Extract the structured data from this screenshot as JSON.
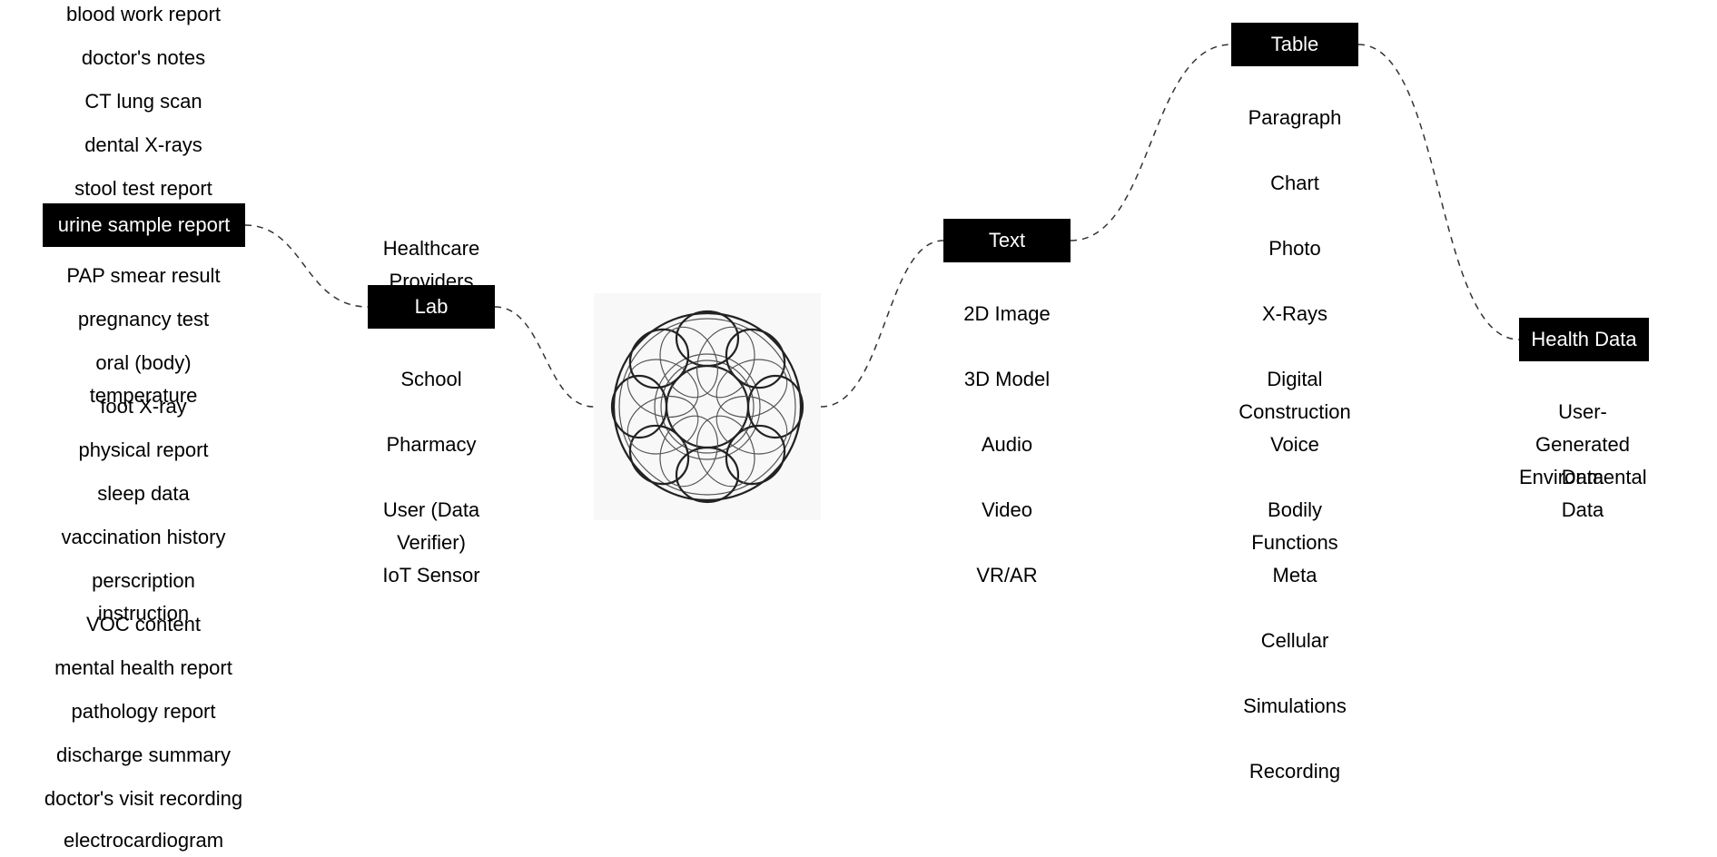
{
  "columns": [
    {
      "id": "records",
      "selected": "urine sample report",
      "items": [
        "blood work report",
        "doctor's notes",
        "CT lung scan",
        "dental X-rays",
        "stool test report",
        "urine sample report",
        "PAP smear result",
        "pregnancy test",
        "oral (body) temperature",
        "foot X-ray",
        "physical report",
        "sleep data",
        "vaccination history",
        "perscription instruction",
        "VOC content",
        "mental health report",
        "pathology report",
        "discharge summary",
        "doctor's visit recording",
        "electrocardiogram"
      ]
    },
    {
      "id": "sources",
      "selected": "Lab",
      "items": [
        "Healthcare Providers",
        "Lab",
        "School",
        "Pharmacy",
        "User (Data Verifier)",
        "IoT Sensor"
      ]
    },
    {
      "id": "formats",
      "selected": "Text",
      "items": [
        "Text",
        "2D Image",
        "3D Model",
        "Audio",
        "Video",
        "VR/AR"
      ]
    },
    {
      "id": "subformats",
      "selected": "Table",
      "items": [
        "Table",
        "Paragraph",
        "Chart",
        "Photo",
        "X-Rays",
        "Digital Construction",
        "Voice",
        "Bodily Functions",
        "Meta",
        "Cellular",
        "Simulations",
        "Recording"
      ]
    },
    {
      "id": "categories",
      "selected": "Health Data",
      "items": [
        "Health Data",
        "User-Generated Data",
        "Environmental Data"
      ]
    }
  ],
  "center": {
    "icon": "circular-lattice-logo-icon"
  },
  "colors": {
    "highlight_bg": "#000000",
    "highlight_fg": "#ffffff",
    "link": "#333333",
    "logo_bg": "#f8f8f8"
  }
}
